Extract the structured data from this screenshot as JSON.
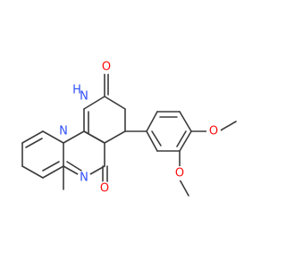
{
  "colors": {
    "bond": "#3c3c3c",
    "carbon": "#3c3c3c",
    "nitrogen": "#3050f8",
    "oxygen": "#ff0d0d",
    "background": "#ffffff"
  },
  "labels": {
    "o_lactam": "O",
    "nh": "H",
    "nh_n": "N",
    "n_bridge": "N",
    "n_imine": "N",
    "o_ketone": "O",
    "o_methoxy_1": "O",
    "o_methoxy_2": "O"
  }
}
